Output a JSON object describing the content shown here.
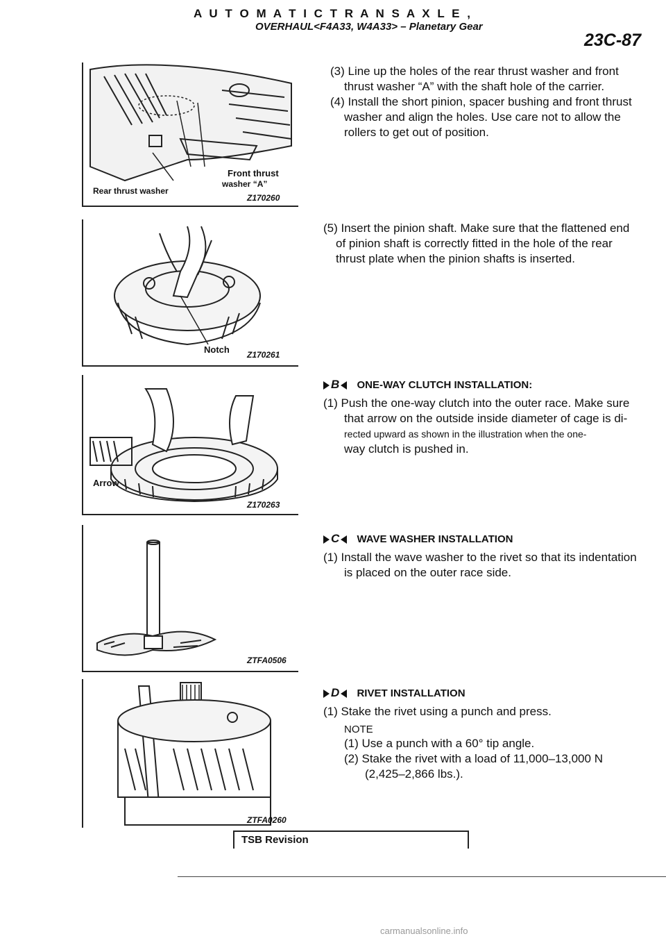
{
  "header": {
    "line1": "A U T O M A T I C   T R A N S A X L E  ,",
    "line2": "OVERHAUL<F4A33, W4A33> – Planetary Gear",
    "page_number": "23C-87"
  },
  "figures": [
    {
      "captions": [
        "Front thrust",
        "washer “A”",
        "Rear thrust washer"
      ],
      "id": "Z170260"
    },
    {
      "captions": [
        "Notch"
      ],
      "id": "Z170261"
    },
    {
      "captions": [
        "Arrow"
      ],
      "id": "Z170263"
    },
    {
      "captions": [],
      "id": "ZTFA0506"
    },
    {
      "captions": [],
      "id": "ZTFA0260"
    }
  ],
  "steps_top": {
    "s3_l1": "(3) Line up the holes of the rear thrust washer and front",
    "s3_l2": "thrust washer “A” with the shaft hole of the carrier.",
    "s4_l1": "(4) Install the short pinion, spacer bushing and front thrust",
    "s4_l2": "washer and align the holes. Use care not to allow the",
    "s4_l3": "rollers to get out of position.",
    "s5_l1": "(5) Insert the pinion shaft. Make sure that the flattened end",
    "s5_l2": "of pinion shaft is correctly fitted in the hole of the rear",
    "s5_l3": "thrust plate when the pinion shafts is inserted."
  },
  "section_b": {
    "letter": "B",
    "title": "ONE-WAY CLUTCH INSTALLATION:",
    "l1": "(1) Push the one-way clutch into the outer race. Make sure",
    "l2": "that arrow on the outside inside diameter of cage is di-",
    "l3": "rected upward as shown in the illustration when the one-",
    "l4": "way clutch is pushed in."
  },
  "section_c": {
    "letter": "C",
    "title": "WAVE WASHER INSTALLATION",
    "l1": "(1) Install the wave washer to the rivet so that its indentation",
    "l2": "is placed on the outer race side."
  },
  "section_d": {
    "letter": "D",
    "title": "RIVET INSTALLATION",
    "l1": "(1) Stake the rivet using a punch and press.",
    "note": "NOTE",
    "n1": "(1) Use a punch with a 60° tip angle.",
    "n2": "(2) Stake the rivet with a load of 11,000–13,000 N",
    "n3": "(2,425–2,866 lbs.)."
  },
  "footer": {
    "tsb": "TSB Revision",
    "watermark": "carmanualsonline.info"
  }
}
